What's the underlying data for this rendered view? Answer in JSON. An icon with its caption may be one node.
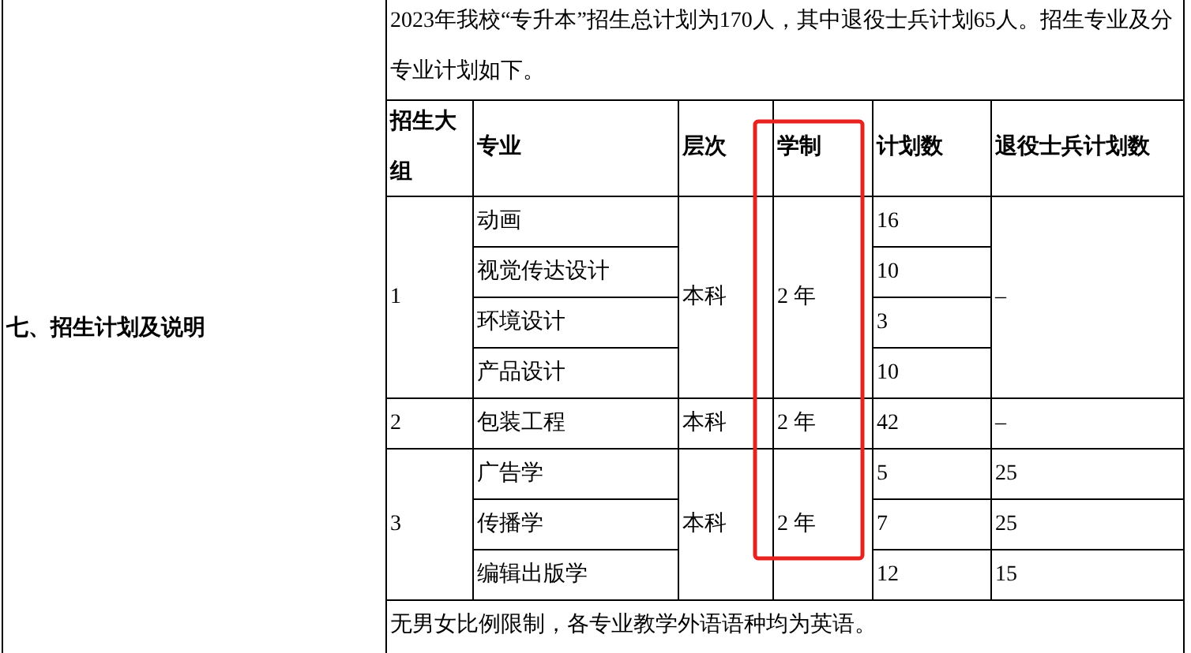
{
  "diagram": {
    "labels": [
      "七、招生计划及说明",
      "2023年我校“专升本”招生总计划为170人，其中退役士兵计划65人。招生专业及分专业计划如下。",
      "招生大组",
      "专业",
      "层次",
      "学制",
      "计划数",
      "退役士兵计划数",
      "1",
      "动画",
      "本科",
      "2 年",
      "16",
      "–",
      "视觉传达设计",
      "10",
      "环境设计",
      "3",
      "产品设计",
      "10",
      "2",
      "包装工程",
      "本科",
      "2 年",
      "42",
      "–",
      "3",
      "广告学",
      "本科",
      "2 年",
      "5",
      "25",
      "传播学",
      "7",
      "25",
      "编辑出版学",
      "12",
      "15",
      "无男女比例限制，各专业教学外语语种均为英语。"
    ]
  }
}
